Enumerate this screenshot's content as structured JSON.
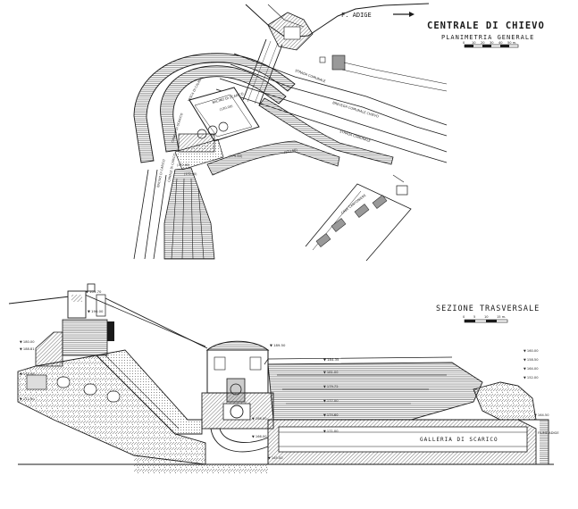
{
  "plan": {
    "title": "CENTRALE DI CHIEVO",
    "subtitle": "PLANIMETRIA GENERALE",
    "scale_ticks": [
      "0",
      "10",
      "20",
      "30",
      "40",
      "50 m."
    ],
    "river_label": "F. ADIGE",
    "road_label_1": "STRADA COMUNALE",
    "road_label_2": "BREVEGA COMUNALE CHIEVO",
    "road_label_3": "STRADA COMUNALE",
    "basin_label": "BACINO DI SCARICO",
    "basin_level": "(130.00)",
    "intake_label": "BACINO DI CARICO",
    "channel_label": "CANALE DI CARICO",
    "canal_label": "CANALE DI SCARICO",
    "camera_label": "VASCA DI CALMA",
    "houses_label": "CASE CANTONIERE",
    "elev_1": "(175.60)",
    "elev_2": "(173.60)",
    "elev_3": "(172.60)",
    "elev_4": "(172.00)"
  },
  "section": {
    "title": "SEZIONE TRASVERSALE",
    "scale_ticks": [
      "0",
      "5",
      "10",
      "15 m."
    ],
    "gallery_label": "GALLERIA DI SCARICO",
    "river_label": "FIUME ADIGE",
    "elevations": {
      "top": "▼ 109.70",
      "mast": "▼ 190.00",
      "left_a": "▼ 180.00",
      "left_b": "▼ 188.81",
      "left_c": "▼ 172.50",
      "left_d": "▼ 172.90",
      "roof": "▼ 189.50",
      "deck": "▼ 184.35",
      "level_a": "▼ 181.00",
      "level_b": "▼ 179.75",
      "level_c": "▼ 177.00",
      "level_d": "▼ 174.60",
      "level_e": "▼ 171.00",
      "turbine": "▼ 168.00",
      "floor": "▼ 166.00",
      "bottom": "▼ 165.00",
      "right_top": "▼ 160.00",
      "right_a": "▼ 158.50",
      "right_b": "▼ 164.00",
      "right_c": "▼ 152.00",
      "river_level": "▼ 164.50"
    }
  }
}
